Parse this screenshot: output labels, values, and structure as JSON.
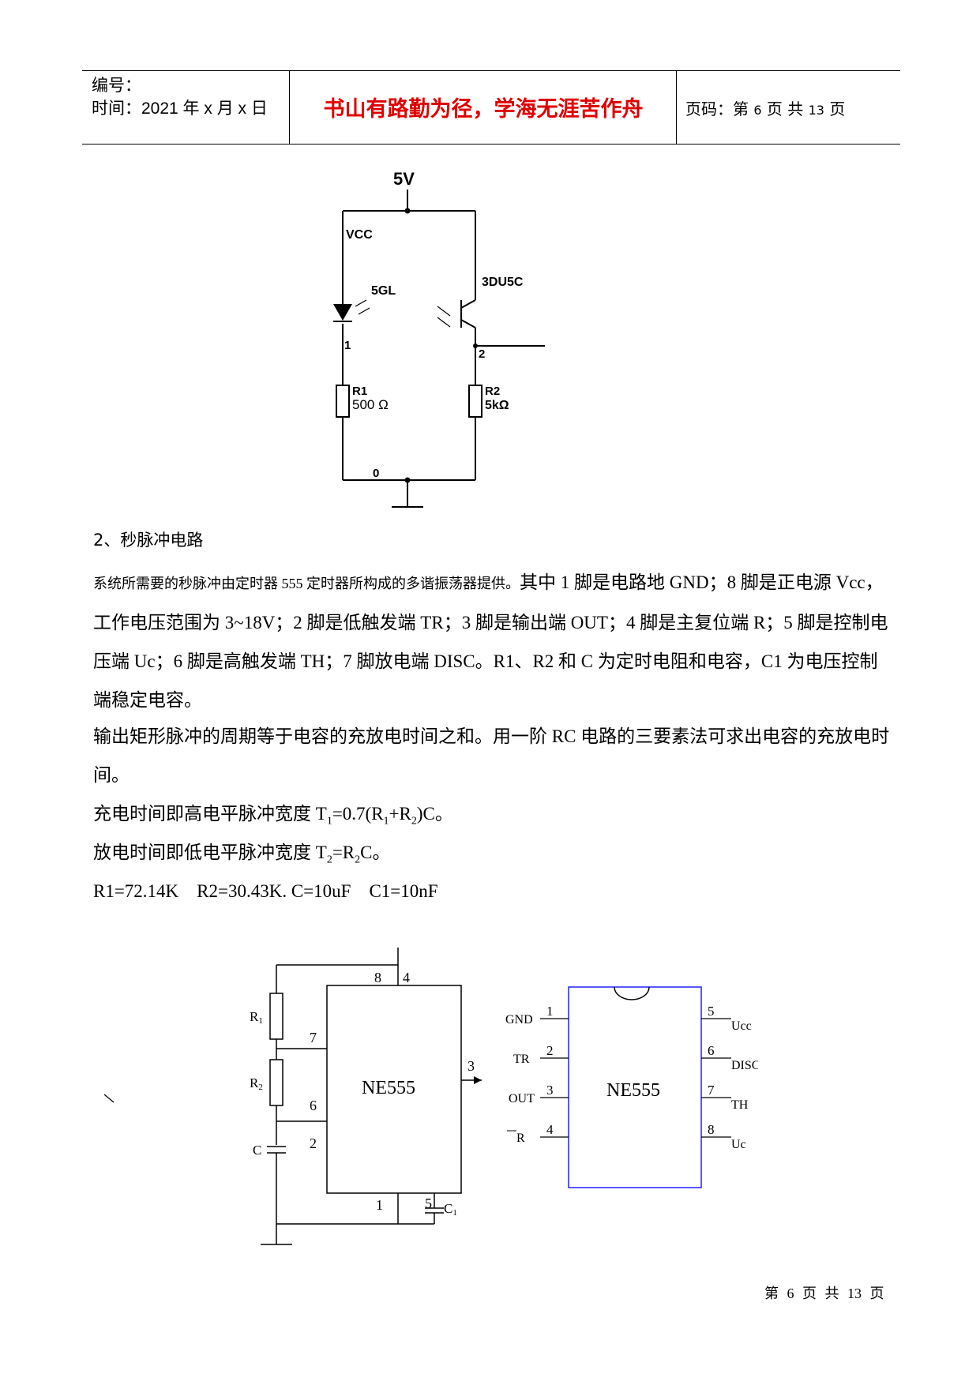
{
  "header": {
    "number_label": "编号：",
    "time_label": "时间：2021 年 x 月 x 日",
    "motto": "书山有路勤为径，学海无涯苦作舟",
    "page_prefix": "页码：第",
    "page_num": "6",
    "page_mid": "页  共",
    "page_total": "13",
    "page_suffix": "页"
  },
  "circuit1": {
    "supply": "5V",
    "vcc": "VCC",
    "led": "5GL",
    "transistor": "3DU5C",
    "node1": "1",
    "node2": "2",
    "r1_name": "R1",
    "r1_value": "500 Ω",
    "r2_name": "R2",
    "r2_value": "5kΩ",
    "ground_node": "0"
  },
  "section": {
    "heading": "2、秒脉冲电路",
    "p1_lead": "系统所需要的秒脉冲由定时器 555 定时器所构成的多谐振荡器提供。",
    "p1_rest": "其中 1 脚是电路地 GND；8 脚是正电源 Vcc，工作电压范围为 3~18V；2 脚是低触发端 TR；3 脚是输出端 OUT；4 脚是主复位端 R；5 脚是控制电压端 Uc；6 脚是高触发端 TH；7 脚放电端 DISC。R1、R2 和 C 为定时电阻和电容，C1 为电压控制端稳定电容。",
    "p2": "输出矩形脉冲的周期等于电容的充放电时间之和。用一阶 RC 电路的三要素法可求出电容的充放电时间。",
    "p3_prefix": "充电时间即高电平脉冲宽度 T",
    "p3_sub1": "1",
    "p3_mid": "=0.7(R",
    "p3_sub2": "1",
    "p3_plus": "+R",
    "p3_sub3": "2",
    "p3_end": ")C。",
    "p4_prefix": "放电时间即低电平脉冲宽度 T",
    "p4_sub1": "2",
    "p4_mid": "=R",
    "p4_sub2": "2",
    "p4_end": "C。",
    "p5": "R1=72.14K    R2=30.43K. C=10uF    C1=10nF"
  },
  "circuit2": {
    "chip": "NE555",
    "r1": "R",
    "r1_sub": "1",
    "r2": "R",
    "r2_sub": "2",
    "cap": "C",
    "cap1": "C",
    "cap1_sub": "1",
    "pin8": "8",
    "pin4": "4",
    "pin7": "7",
    "pin6": "6",
    "pin2": "2",
    "pin3": "3",
    "pin1": "1",
    "pin5": "5"
  },
  "pinout": {
    "chip": "NE555",
    "left": [
      {
        "name": "GND",
        "num": "1"
      },
      {
        "name": "TR",
        "num": "2"
      },
      {
        "name": "OUT",
        "num": "3"
      },
      {
        "name": "R",
        "num": "4"
      }
    ],
    "right": [
      {
        "name": "Ucc",
        "num": "5"
      },
      {
        "name": "DISC",
        "num": "6"
      },
      {
        "name": "TH",
        "num": "7"
      },
      {
        "name": "Uc",
        "num": "8"
      }
    ]
  },
  "footer": {
    "prefix": "第",
    "page": "6",
    "mid": "页",
    "total_prefix": "共",
    "total": "13",
    "suffix": "页"
  }
}
